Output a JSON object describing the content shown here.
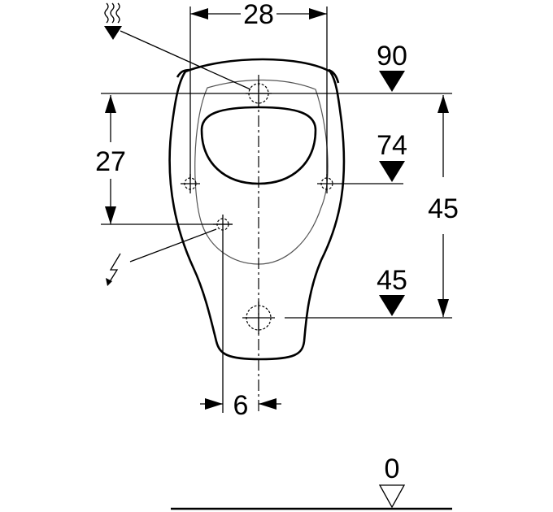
{
  "dimensions": {
    "width_top": "28",
    "height_left": "27",
    "offset_bottom": "6",
    "height_right": "45"
  },
  "levels": {
    "top": "90",
    "mid": "74",
    "outlet": "45",
    "floor": "0"
  },
  "icons": {
    "water_supply": "water-supply-icon",
    "electric": "electric-connection-icon"
  },
  "colors": {
    "line": "#000000",
    "background": "#ffffff"
  }
}
